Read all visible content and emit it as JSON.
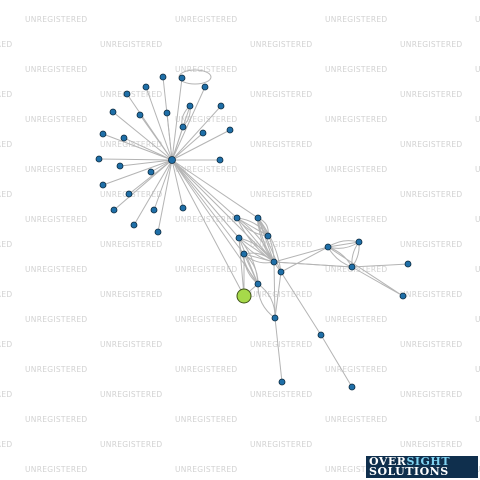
{
  "watermark": {
    "text": "UNREGISTERED"
  },
  "logo": {
    "line1_a": "OVER",
    "line1_b": "SIGHT",
    "line2": "SOLUTIONS"
  },
  "colors": {
    "node": "#1f6fa8",
    "focus_node": "#a6d94a",
    "edge": "#b4b4b4",
    "watermark": "#d2d2d2"
  }
}
